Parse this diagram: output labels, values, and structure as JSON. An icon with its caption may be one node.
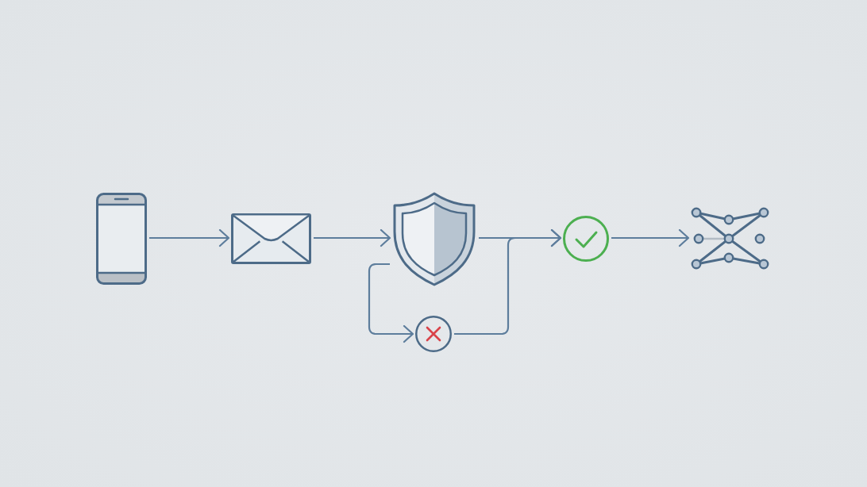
{
  "diagram": {
    "nodes": [
      {
        "text": [],
        "shape": "picture"
      },
      {
        "text": [],
        "shape": "picture"
      },
      {
        "text": [],
        "shape": "picture"
      },
      {
        "text": [],
        "shape": "circle"
      },
      {
        "text": [],
        "shape": "picture"
      },
      {
        "text": [],
        "shape": "circle"
      }
    ],
    "edges": [
      {
        "from": 0,
        "to": 1,
        "arrow": "to"
      },
      {
        "from": 1,
        "to": 2,
        "arrow": "to"
      },
      {
        "from": 2,
        "to": 3,
        "arrow": "to"
      },
      {
        "from": 3,
        "to": 4,
        "arrow": "to"
      },
      {
        "from": 2,
        "to": 5,
        "arrow": "to"
      },
      {
        "from": 5,
        "to": 3,
        "arrow": "to"
      }
    ]
  }
}
